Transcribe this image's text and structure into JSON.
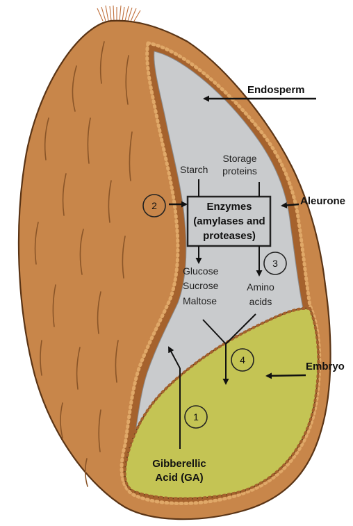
{
  "labels": {
    "endosperm": "Endosperm",
    "aleurone": "Aleurone",
    "embryo": "Embryo",
    "starch": "Starch",
    "storage_proteins_1": "Storage",
    "storage_proteins_2": "proteins",
    "enzymes_1": "Enzymes",
    "enzymes_2": "(amylases and",
    "enzymes_3": "proteases)",
    "glucose": "Glucose",
    "sucrose": "Sucrose",
    "maltose": "Maltose",
    "amino_1": "Amino",
    "amino_2": "acids",
    "ga_1": "Gibberellic",
    "ga_2": "Acid (GA)"
  },
  "steps": [
    "1",
    "2",
    "3",
    "4"
  ],
  "colors": {
    "seed_coat": "#c8864a",
    "endosperm": "#c9cbcd",
    "embryo": "#c4c454",
    "aleurone_cells": "#b8743c",
    "outline": "#5a3415",
    "arrow": "#111111"
  }
}
